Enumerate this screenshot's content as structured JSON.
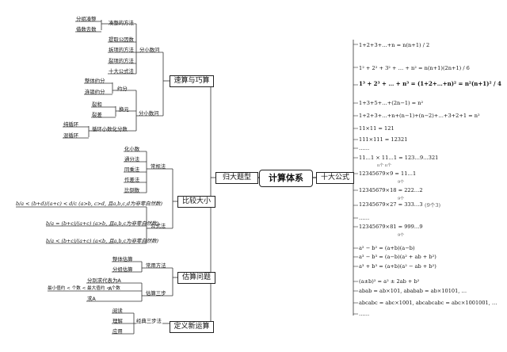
{
  "root": "计算体系",
  "branches": {
    "guina": "归大题型",
    "shida": "十大公式",
    "susuan": "速算与巧算",
    "bijiao": "比较大小",
    "gusuan": "估算问题",
    "dingyi": "定义新运算"
  },
  "susuan": {
    "mid": [
      "凑整的方法",
      "提取公因数",
      "拆项的方法",
      "裂项的方法",
      "十大公式法"
    ],
    "left1": [
      "分组凑整",
      "借数去数"
    ],
    "fenxiang": "分小数问",
    "fenxiang_items": [
      "约分",
      "换元",
      "循环小数化分数"
    ],
    "yuefen": [
      "整体约分",
      "连锁约分"
    ],
    "huanyuan": [
      "裂和",
      "裂差"
    ],
    "xunhuan": [
      "纯循环",
      "混循环"
    ]
  },
  "bijiao": {
    "changgui": "常规法",
    "methods": [
      "化小数",
      "通分法",
      "同乘法",
      "作差法",
      "比倒数"
    ],
    "gongshi": "公式法",
    "f1": "b/a < (b+d)/(a+c) < d/c (a>b, c>d, 且a,b,c,d为非零自然数)",
    "f2": "b/a = (b+c)/(a+c) (a>b, 且a,b,c为非零自然数)",
    "f3": "b/a < (b+c)/(a+c) (a<b, 且a,b,c为非零自然数)"
  },
  "gusuan": {
    "fangfa": "常用方法",
    "fangfa_items": [
      "整体估算",
      "分组估算"
    ],
    "sanbu": "估算三步",
    "sanbu_items": [
      "分别求代表为A",
      "A",
      "最小值约 < 个数 < 最大值约 < 个数",
      "求A"
    ]
  },
  "dingyi": {
    "sanbu": "经典三步法",
    "items": [
      "阅读",
      "理解",
      "应用"
    ]
  },
  "formulas": [
    "1+2+3+…+n = n(n+1) / 2",
    "1² + 2² + 3² + … + n² = n(n+1)(2n+1) / 6",
    "1³ + 2³ + … + n³ = (1+2+…+n)² = n²(n+1)² / 4",
    "1+3+5+…+(2n−1) = n²",
    "1+2+3+…+n+(n−1)+(n−2)+…+3+2+1 = n²",
    "11×11 = 121",
    "111×111 = 12321",
    "……",
    "11…1 × 11…1 = 123…9…321",
    "n个         n个",
    "12345679×9 = 11…1",
    "9个",
    "12345679×18 = 222…2",
    "9个",
    "12345679×27 = 333…3",
    "(9个3)",
    "……",
    "12345679×81 = 999…9",
    "9个",
    "a² − b² = (a+b)(a−b)",
    "a³ − b³ = (a−b)(a² + ab + b²)",
    "a³ + b³ = (a+b)(a² − ab + b²)",
    "(a±b)² = a² ± 2ab + b²",
    "abab = ab×101, ababab = ab×10101, …",
    "abcabc = abc×1001, abcabcabc = abc×1001001, …",
    "……"
  ]
}
